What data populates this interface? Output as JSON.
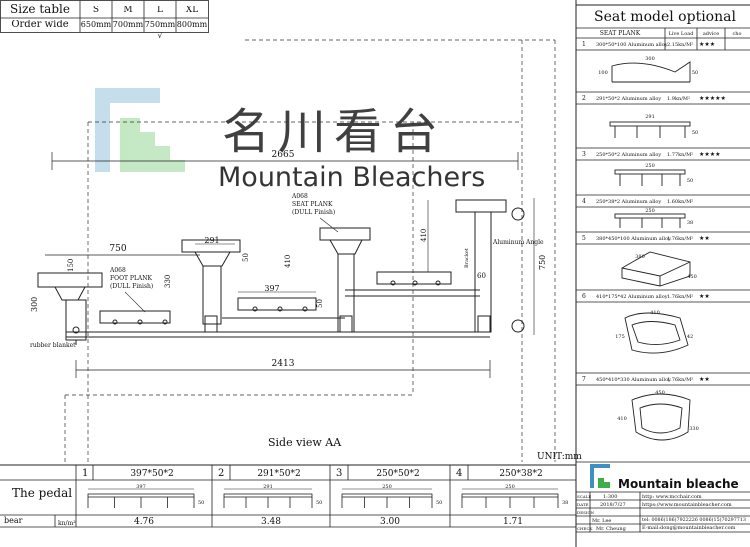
{
  "size_table": {
    "title": "Size table",
    "row_label": "Order wide",
    "sizes": [
      "S",
      "M",
      "L",
      "XL"
    ],
    "widths": [
      "650mm",
      "700mm",
      "750mm",
      "800mm"
    ],
    "checked": "√"
  },
  "watermark": {
    "chinese": "名川看台",
    "english": "Mountain Bleachers"
  },
  "drawing": {
    "total_width_top": "2665",
    "total_width_bottom": "2413",
    "dim_750": "750",
    "dim_291": "291",
    "dim_397": "397",
    "dim_410_mid": "410",
    "dim_410_right": "410",
    "dim_330": "330",
    "dim_150": "150",
    "dim_300": "300",
    "dim_50_a": "50",
    "dim_50_b": "50",
    "dim_60": "60",
    "dim_750_vertical": "750",
    "label_foot_plank": "A068\nFOOT PLANK\n(DULL Finish)",
    "label_seat_plank": "A068\nSEAT PLANK\n(DULL Finish)",
    "label_rubber": "rubber blanket",
    "label_angle": "Aluminum Angle",
    "label_bracket": "Bracket",
    "caption": "Side view AA",
    "unit": "UNIT:mm"
  },
  "seat_panel": {
    "title": "Seat model optional",
    "headers": [
      "SEAT PLANK",
      "Live Load",
      "advice",
      "cho"
    ],
    "rows": [
      {
        "no": "1",
        "spec": "300*50*100 Aluminum alloy",
        "load": "2.15kn/M²",
        "stars": "★★★",
        "dims": [
          "300",
          "50",
          "100"
        ]
      },
      {
        "no": "2",
        "spec": "291*50*2 Aluminum alloy",
        "load": "1.9kn/M²",
        "stars": "★★★★★",
        "dims": [
          "291",
          "50"
        ]
      },
      {
        "no": "3",
        "spec": "250*50*2 Aluminum alloy",
        "load": "1.77kn/M²",
        "stars": "★★★★",
        "dims": [
          "250",
          "50"
        ]
      },
      {
        "no": "4",
        "spec": "250*38*2 Aluminum alloy",
        "load": "1.60kn/M²",
        "stars": "",
        "dims": [
          "250",
          "38"
        ]
      },
      {
        "no": "5",
        "spec": "380*450*100 Aluminum alloy",
        "load": "1.76kn/M²",
        "stars": "★★",
        "dims": [
          "380",
          "450"
        ]
      },
      {
        "no": "6",
        "spec": "410*175*42 Aluminum alloy",
        "load": "1.76kn/M²",
        "stars": "★★",
        "dims": [
          "410",
          "175",
          "42"
        ]
      },
      {
        "no": "7",
        "spec": "450*410*330 Aluminum alloy",
        "load": "1.76kn/M²",
        "stars": "★★",
        "dims": [
          "450",
          "410",
          "330"
        ]
      }
    ]
  },
  "pedal": {
    "label": "The pedal",
    "bear_label": "bear",
    "unit_label": "kn/m²",
    "items": [
      {
        "no": "1",
        "spec": "397*50*2",
        "width": "397",
        "height": "50",
        "bear": "4.76"
      },
      {
        "no": "2",
        "spec": "291*50*2",
        "width": "291",
        "height": "50",
        "bear": "3.48"
      },
      {
        "no": "3",
        "spec": "250*50*2",
        "width": "250",
        "height": "50",
        "bear": "3.00"
      },
      {
        "no": "4",
        "spec": "250*38*2",
        "width": "250",
        "height": "38",
        "bear": "1.71"
      }
    ]
  },
  "title_block": {
    "brand": "Mountain bleache",
    "scale_label": "SCALE",
    "scale_value": "1:300",
    "date_label": "DATE",
    "date_value": "2018/7/27",
    "design_label": "DESIGN",
    "designer": "Mr. Lee",
    "check_label": "CHECK",
    "checker": "Mr. Cheung",
    "website": "http: www.mcchair.com",
    "website2": "https://www.mountainbleacher.com",
    "tel": "tel: 0086(186)7922226  0086(15)70297713",
    "email": "E-mail:dong@mountainbleacher.com"
  }
}
